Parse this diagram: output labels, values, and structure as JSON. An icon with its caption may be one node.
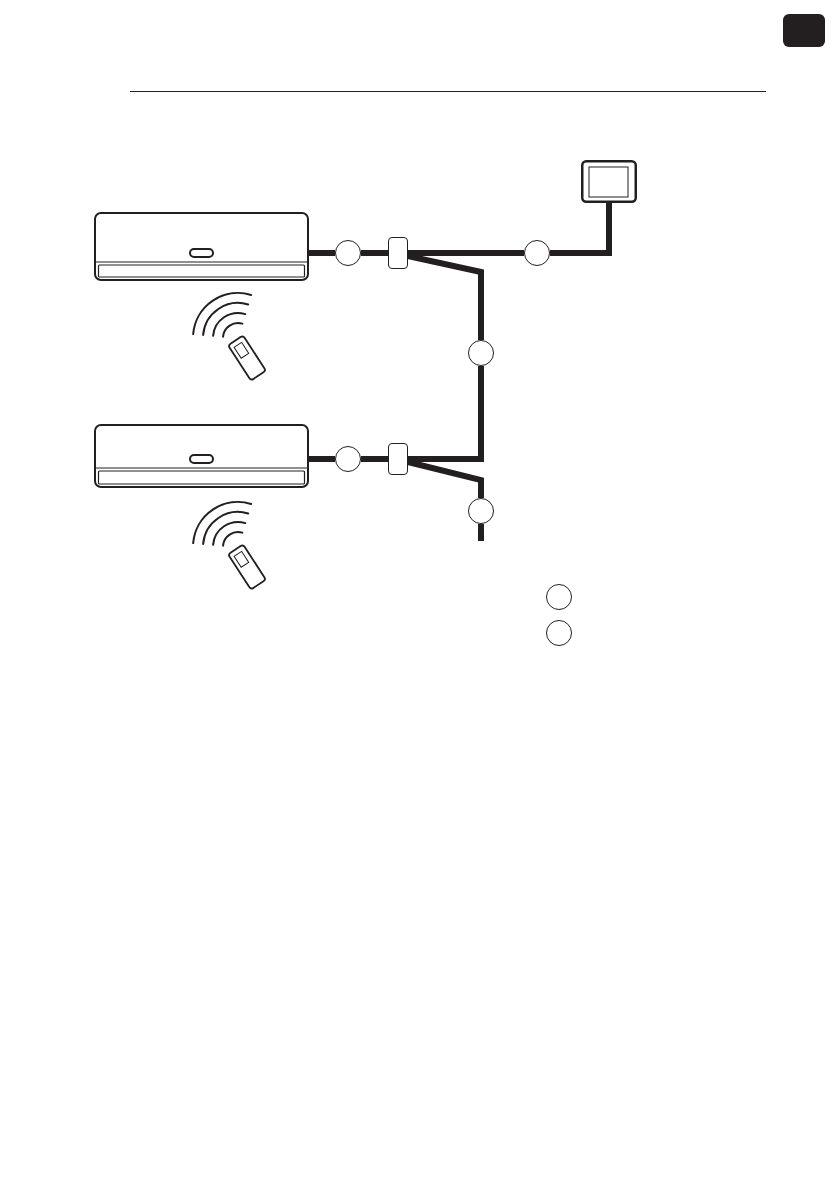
{
  "diagram": {
    "nodes": [
      {
        "text": [],
        "shape": "picture"
      },
      {
        "text": [],
        "shape": "circle"
      },
      {
        "text": [],
        "shape": "box"
      },
      {
        "text": [],
        "shape": "circle"
      },
      {
        "text": [],
        "shape": "picture"
      },
      {
        "text": [],
        "shape": "circle"
      },
      {
        "text": [],
        "shape": "picture"
      },
      {
        "text": [],
        "shape": "circle"
      },
      {
        "text": [],
        "shape": "box"
      },
      {
        "text": [],
        "shape": "circle"
      },
      {
        "text": [],
        "shape": "circle"
      },
      {
        "text": [],
        "shape": "circle"
      }
    ],
    "edges": [
      {
        "from": 0,
        "to": 1,
        "arrow": "none"
      },
      {
        "from": 1,
        "to": 2,
        "arrow": "none"
      },
      {
        "from": 2,
        "to": 3,
        "arrow": "none"
      },
      {
        "from": 3,
        "to": 4,
        "arrow": "none"
      },
      {
        "from": 2,
        "to": 5,
        "arrow": "none"
      },
      {
        "from": 5,
        "to": 8,
        "arrow": "none"
      },
      {
        "from": 6,
        "to": 7,
        "arrow": "none"
      },
      {
        "from": 7,
        "to": 8,
        "arrow": "none"
      },
      {
        "from": 8,
        "to": 9,
        "arrow": "none"
      },
      {
        "from": 9,
        "to": null,
        "arrow": "none"
      }
    ]
  }
}
